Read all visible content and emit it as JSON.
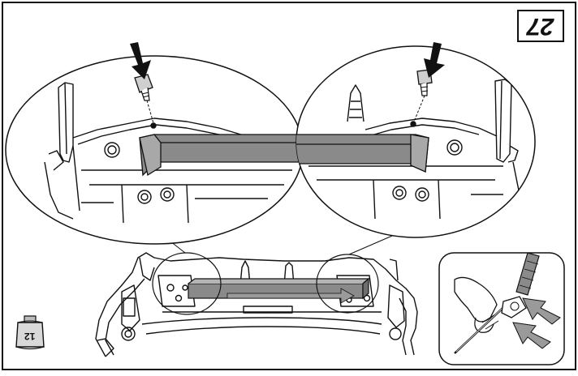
{
  "step": {
    "number": "27"
  },
  "tool": {
    "socket_size": "12",
    "icon": "socket-wrench-icon"
  },
  "details": [
    {
      "name": "left-detail",
      "icon": "bolt-icon"
    },
    {
      "name": "right-detail",
      "icon": "bolt-icon"
    }
  ],
  "inset": {
    "icon": "pry-tool-icon"
  },
  "colors": {
    "line": "#111111",
    "part_fill": "#8a8a8a",
    "arrow_fill": "#9a9a9a",
    "background": "#ffffff"
  }
}
